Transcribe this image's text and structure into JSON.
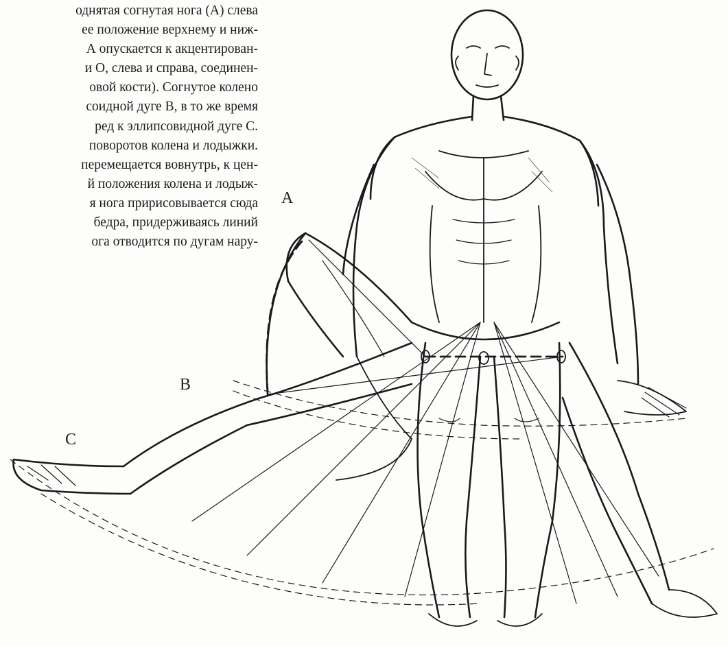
{
  "text": {
    "lines": [
      "однятая согнутая нога (А) слева",
      "ее положение верхнему и ниж-",
      "А опускается к акцентирован-",
      "и О, слева и справа, соединен-",
      "овой кости). Согнутое колено",
      "соидной дуге В, в то же время",
      "ред к эллипсовидной дуге С.",
      "поворотов колена и лодыжки.",
      "перемещается вовнутрь, к цен-",
      "й положения колена и лодыж-",
      "я нога пририсовывается сюда",
      "бедра, придерживаясь линий",
      "ога отводится по дугам нару-"
    ]
  },
  "labels": {
    "a": "A",
    "b": "B",
    "c": "C"
  },
  "colors": {
    "ink": "#1a1a1a",
    "paper": "#fdfdfc"
  }
}
